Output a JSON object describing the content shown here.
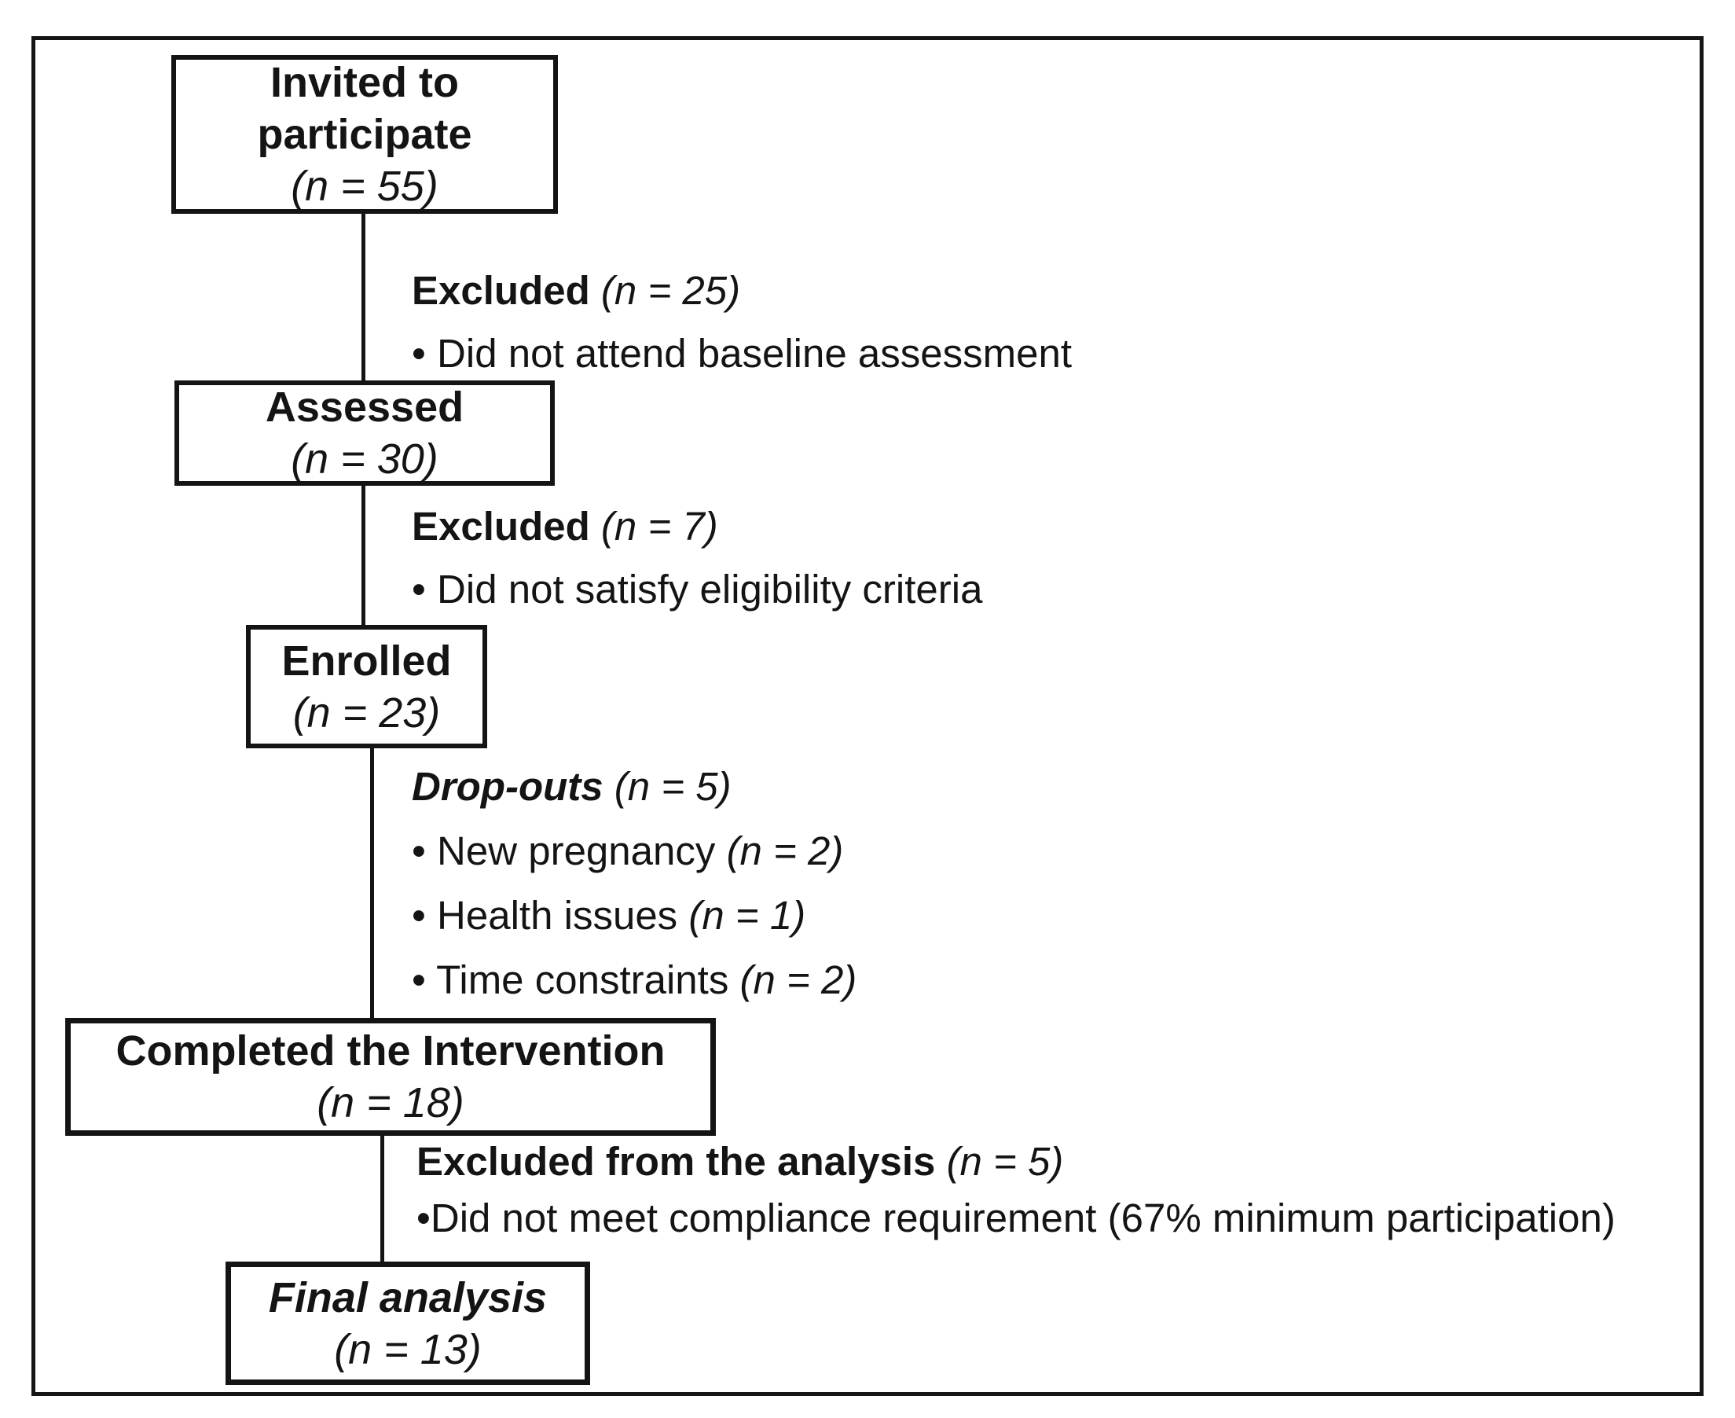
{
  "colors": {
    "ink": "#141414",
    "background": "#ffffff"
  },
  "boxes": {
    "invited": {
      "line1": "Invited to",
      "line2": "participate",
      "count": "(n = 55)"
    },
    "assessed": {
      "title": "Assessed",
      "count": "(n = 30)"
    },
    "enrolled": {
      "title": "Enrolled",
      "count": "(n = 23)"
    },
    "completed": {
      "title": "Completed the Intervention",
      "count": "(n = 18)"
    },
    "final": {
      "title": "Final analysis",
      "count": "(n = 13)"
    }
  },
  "notes": {
    "excluded_baseline": {
      "heading": "Excluded",
      "count": "(n = 25)",
      "bullet_marker": "•",
      "bullet_text": "Did not attend baseline assessment"
    },
    "excluded_eligibility": {
      "heading": "Excluded",
      "count": "(n = 7)",
      "bullet_marker": "•",
      "bullet_text": "Did not satisfy eligibility criteria"
    },
    "dropouts": {
      "heading": "Drop-outs",
      "count": "(n = 5)",
      "bullets": [
        {
          "marker": "•",
          "text": "New pregnancy",
          "count": "(n = 2)"
        },
        {
          "marker": "•",
          "text": "Health issues",
          "count": "(n = 1)"
        },
        {
          "marker": "•",
          "text": "Time constraints",
          "count": "(n = 2)"
        }
      ]
    },
    "excluded_analysis": {
      "heading": "Excluded from the analysis",
      "count": "(n = 5)",
      "bullet_marker": "•",
      "bullet_text": "Did not meet compliance requirement (67% minimum participation)"
    }
  }
}
